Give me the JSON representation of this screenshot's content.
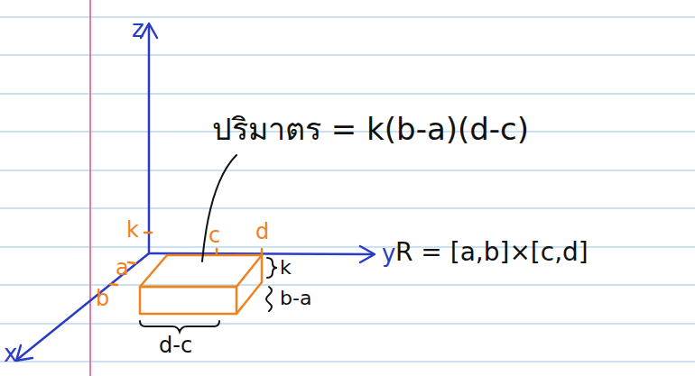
{
  "diagram": {
    "labels": [
      "z",
      "x",
      "y",
      "k",
      "a",
      "b",
      "c",
      "d",
      "ปริมาตร = k(b-a)(d-c)",
      "k",
      "b-a",
      "d-c",
      "R = [a,b]×[c,d]"
    ]
  }
}
